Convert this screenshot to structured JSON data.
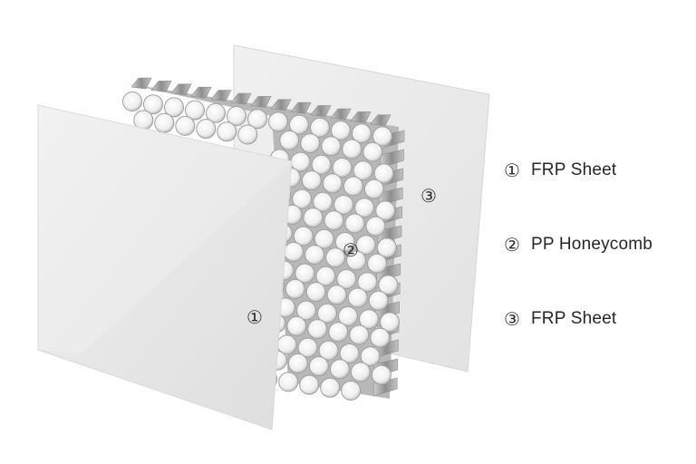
{
  "diagram": {
    "markers": [
      "①",
      "②",
      "③"
    ],
    "legend": [
      {
        "num": "①",
        "label": "FRP Sheet"
      },
      {
        "num": "②",
        "label": "PP Honeycomb"
      },
      {
        "num": "③",
        "label": "FRP Sheet"
      }
    ]
  },
  "colors": {
    "sheet": "#ececec",
    "sheet_edge": "#dcdcdc",
    "honeycomb_cell": "#f6f6f6",
    "honeycomb_wall": "#a9a9a9",
    "text": "#262626"
  }
}
